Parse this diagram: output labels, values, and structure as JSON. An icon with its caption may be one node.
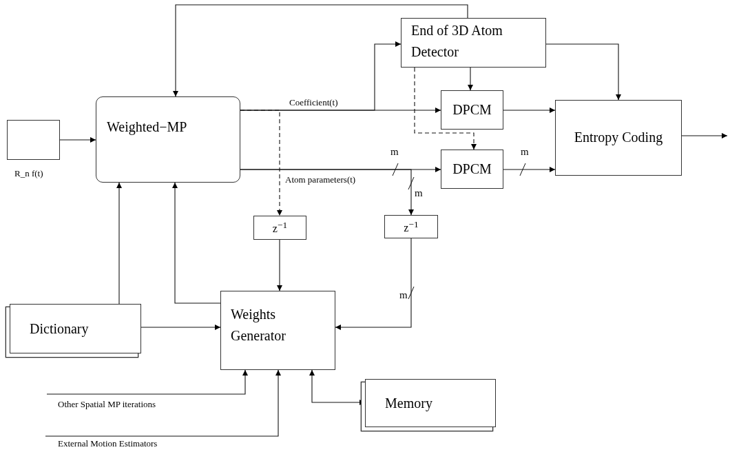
{
  "diagram": {
    "nodes": [
      {
        "text": [],
        "shape": "box",
        "beside": [
          "R_n f(t)"
        ]
      },
      {
        "text": [
          "Weighted−MP"
        ]
      },
      {
        "text": [
          "End of 3D Atom Detector"
        ]
      },
      {
        "text": [
          "DPCM"
        ]
      },
      {
        "text": [
          "DPCM"
        ]
      },
      {
        "text": [
          "Entropy Coding"
        ]
      },
      {
        "text": [
          "z$^{−1}$"
        ]
      },
      {
        "text": [
          "z$^{−1}$"
        ]
      },
      {
        "text": [
          "Dictionary"
        ]
      },
      {
        "text": [
          "Weights Generator"
        ]
      },
      {
        "text": [
          "Memory"
        ]
      }
    ],
    "edges": [
      {
        "from": 0,
        "to": 1,
        "arrow": "to"
      },
      {
        "from": 2,
        "to": 1,
        "arrow": "to"
      },
      {
        "from": 1,
        "to": 3,
        "arrow": "to",
        "label": "Coefficient(t)"
      },
      {
        "from": 1,
        "to": 2,
        "arrow": "to"
      },
      {
        "from": 1,
        "to": 6,
        "arrow": "to",
        "style": "dashed"
      },
      {
        "from": 1,
        "to": 4,
        "arrow": "to",
        "label": "Atom parameters(t)"
      },
      {
        "from": 1,
        "to": 7,
        "arrow": "to"
      },
      {
        "from": 2,
        "to": 3,
        "arrow": "to"
      },
      {
        "from": 2,
        "to": 4,
        "arrow": "to",
        "style": "dashed"
      },
      {
        "from": 2,
        "to": 5,
        "arrow": "to"
      },
      {
        "from": 3,
        "to": 5,
        "arrow": "to"
      },
      {
        "from": 4,
        "to": 5,
        "arrow": "to"
      },
      {
        "from": 5,
        "to": null,
        "arrow": "to"
      },
      {
        "from": 6,
        "to": 9,
        "arrow": "to"
      },
      {
        "from": 7,
        "to": 9,
        "arrow": "to"
      },
      {
        "from": 8,
        "to": 1,
        "arrow": "to"
      },
      {
        "from": 9,
        "to": 1,
        "arrow": "to"
      },
      {
        "from": 8,
        "to": 9,
        "arrow": "to"
      },
      {
        "from": null,
        "to": 9,
        "arrow": "to",
        "label": "Other Spatial MP iterations"
      },
      {
        "from": null,
        "to": 9,
        "arrow": "to",
        "label": "External Motion Estimators"
      },
      {
        "from": 9,
        "to": 10,
        "arrow": "both"
      }
    ],
    "labels": [
      "m",
      "m",
      "m",
      "m"
    ]
  }
}
